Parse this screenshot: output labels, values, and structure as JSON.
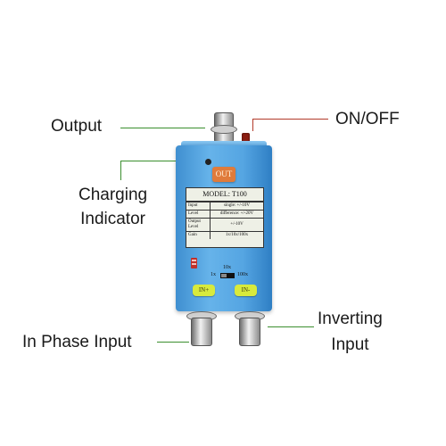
{
  "labels": {
    "output": "Output",
    "on_off": "ON/OFF",
    "charging_line1": "Charging",
    "charging_line2": "Indicator",
    "in_phase": "In Phase Input",
    "inverting_line1": "Inverting",
    "inverting_line2": "Input"
  },
  "device": {
    "out_button": "OUT",
    "panel": {
      "title": "MODEL: T100",
      "rows": [
        {
          "key": "Input",
          "value": "single: +/-10V"
        },
        {
          "key": "Level",
          "value": "difference: +/-20V"
        },
        {
          "key": "Output Level",
          "value": "+/-10V"
        },
        {
          "key": "Gain",
          "value": "1x/10x/100x"
        }
      ]
    },
    "gain_switch": {
      "label_1x": "1x",
      "label_10x": "10x",
      "label_100x": "100x"
    },
    "in_plus": "IN+",
    "in_minus": "IN-"
  },
  "colors": {
    "leader_line": "#3b8f2f",
    "device_body": "#55a5e2",
    "out_button": "#e07b3b",
    "input_buttons": "#d8ea3c",
    "power_switch": "#8b1e12"
  }
}
